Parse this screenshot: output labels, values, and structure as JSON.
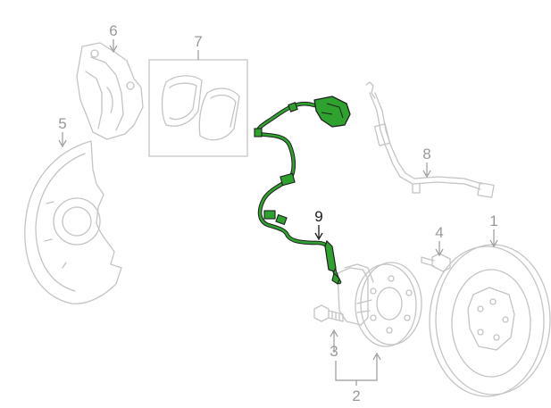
{
  "colors": {
    "background": "#ffffff",
    "faded_part": "#c4c4c4",
    "faded_label": "#9a9a9a",
    "highlight_fill": "#2fa12f",
    "highlight_stroke": "#1f1f1f",
    "highlight_label": "#1a1a1a"
  },
  "callouts": {
    "c1": "1",
    "c2": "2",
    "c3": "3",
    "c4": "4",
    "c5": "5",
    "c6": "6",
    "c7": "7",
    "c8": "8",
    "c9": "9"
  },
  "highlighted_part": "9"
}
